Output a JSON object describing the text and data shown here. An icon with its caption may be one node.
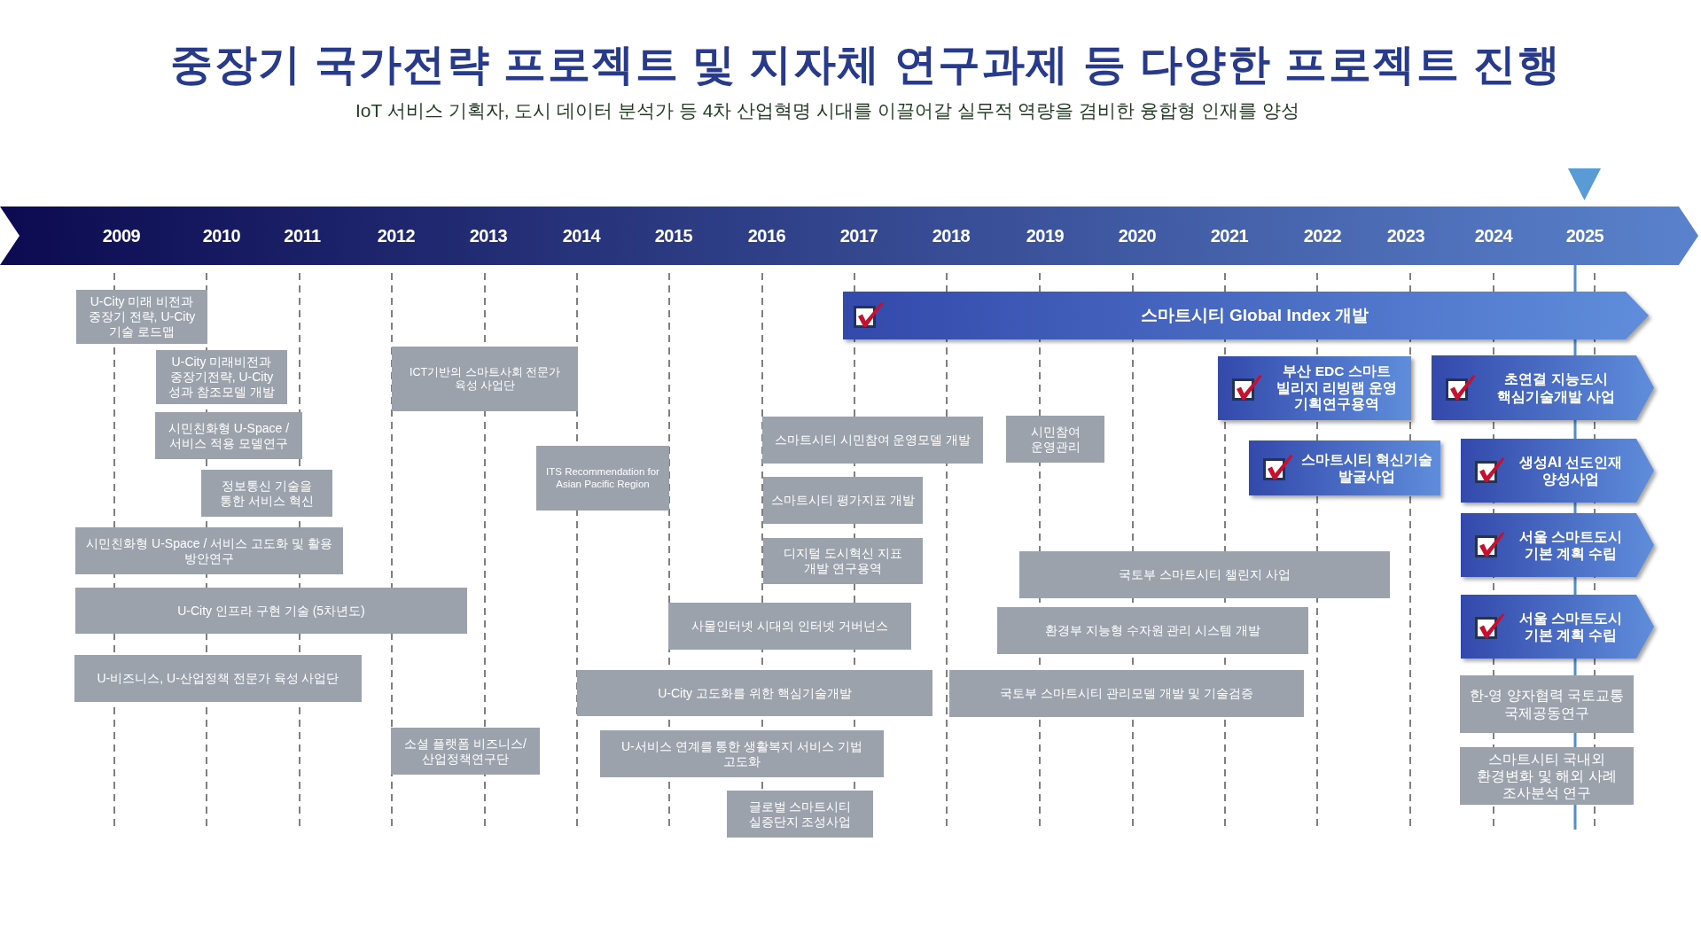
{
  "diagram": {
    "title": "중장기 국가전략 프로젝트 및 지자체 연구과제 등 다양한 프로젝트 진행",
    "nodes": [
      {
        "text": [
          "2009",
          "2010",
          "2011",
          "2012",
          "2013",
          "2014",
          "2015",
          "2016",
          "2017",
          "2018",
          "2019",
          "2020",
          "2021",
          "2022",
          "2023",
          "2024",
          "2025"
        ]
      },
      {
        "text": [
          "U-City 미래 비전과 중장기 전략, U-City 기술 로드맵"
        ]
      },
      {
        "text": [
          "U-City 미래비전과 중장기전략, U-City 성과 참조모델 개발"
        ]
      },
      {
        "text": [
          "시민친화형 U-Space / 서비스 적용 모델연구"
        ]
      },
      {
        "text": [
          "정보통신 기술을 통한 서비스 혁신"
        ]
      },
      {
        "text": [
          "시민친화형 U-Space / 서비스 고도화 및 활용 방안연구"
        ]
      },
      {
        "text": [
          "U-City 인프라 구현 기술 (5차년도)"
        ]
      },
      {
        "text": [
          "U-비즈니스, U-산업정책 전문가 육성 사업단"
        ]
      },
      {
        "text": [
          "ICT기반의 스마트사회 전문가 육성 사업단"
        ]
      },
      {
        "text": [
          "소셜 플랫폼 비즈니스/산업정책연구단"
        ]
      },
      {
        "text": [
          "ITS Recommendation for Asian Pacific Region"
        ]
      },
      {
        "text": [
          "U-City 고도화를 위한 핵심기술개발"
        ]
      },
      {
        "text": [
          "U-서비스 연계를 통한 생활복지 서비스 기법 고도화"
        ]
      },
      {
        "text": [
          "사물인터넷 시대의 인터넷 거버넌스"
        ]
      },
      {
        "text": [
          "스마트시티 시민참여 운영모델 개발"
        ]
      },
      {
        "text": [
          "스마트시티 평가지표 개발"
        ]
      },
      {
        "text": [
          "디지털 도시혁신 지표 개발 연구용역"
        ]
      },
      {
        "text": [
          "글로벌 스마트시티 실증단지 조성사업"
        ]
      },
      {
        "text": [
          "스마트시티 Global Index 개발"
        ]
      },
      {
        "text": [
          "시민참여 운영관리"
        ]
      },
      {
        "text": [
          "국토부 스마트시티 챌린지 사업"
        ]
      },
      {
        "text": [
          "환경부 지능형 수자원 관리 시스템 개발"
        ]
      },
      {
        "text": [
          "국토부 스마트시티 관리모델 개발 및 기술검증"
        ]
      },
      {
        "text": [
          "부산 EDC 스마트 빌리지 리빙랩 운영 기획연구용역"
        ]
      },
      {
        "text": [
          "스마트시티 혁신기술 발굴사업"
        ]
      },
      {
        "text": [
          "초연결 지능도시 핵심기술개발 사업"
        ]
      },
      {
        "text": [
          "생성AI 선도인재 양성사업"
        ]
      },
      {
        "text": [
          "서울 스마트도시 기본 계획 수립"
        ]
      },
      {
        "text": [
          "서울 스마트도시 기본 계획 수립"
        ]
      },
      {
        "text": [
          "한-영 양자협력 국토교통 국제공동연구"
        ]
      },
      {
        "text": [
          "스마트시티 국내외 환경변화 및 해외 사례 조사분석 연구"
        ]
      }
    ],
    "edges": [],
    "labels": [
      "IoT 서비스 기획자, 도시 데이터 분석가 등 4차 산업혁명 시대를 이끌어갈 실무적 역량을 겸비한 융합형 인재를 양성"
    ]
  }
}
